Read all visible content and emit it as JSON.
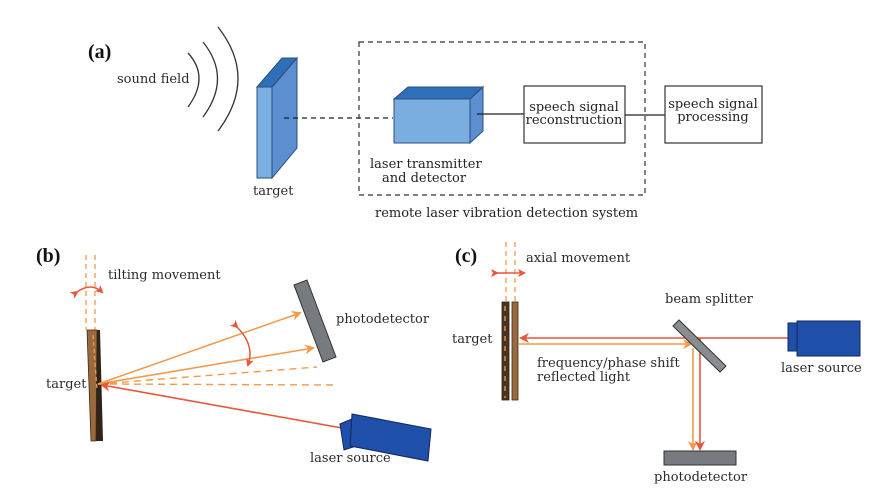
{
  "panels": {
    "a": {
      "label": "(a)",
      "sound_field": "sound field",
      "target": "target",
      "laser_unit": [
        "laser transmitter",
        "and detector"
      ],
      "reconstruction": [
        "speech signal",
        "reconstruction"
      ],
      "processing": [
        "speech signal",
        "processing"
      ],
      "system": "remote laser vibration detection system"
    },
    "b": {
      "label": "(b)",
      "movement": "tilting movement",
      "photodetector": "photodetector",
      "target": "target",
      "laser_source": "laser source"
    },
    "c": {
      "label": "(c)",
      "movement": "axial movement",
      "beam_splitter": "beam splitter",
      "target": "target",
      "shift": [
        "frequency/phase shift",
        "reflected light"
      ],
      "laser_source": "laser source",
      "photodetector": "photodetector"
    }
  },
  "colors": {
    "target_a_front": "#7aaee0",
    "target_a_side": "#5b8fd0",
    "target_a_top": "#2e6fb8",
    "laser_blue": "#1f4fa8",
    "orange": "#f29a4a",
    "red": "#e8553a",
    "wood": "#9a6a3e",
    "wood_dark": "#4a3320",
    "gray": "#777a7e"
  }
}
